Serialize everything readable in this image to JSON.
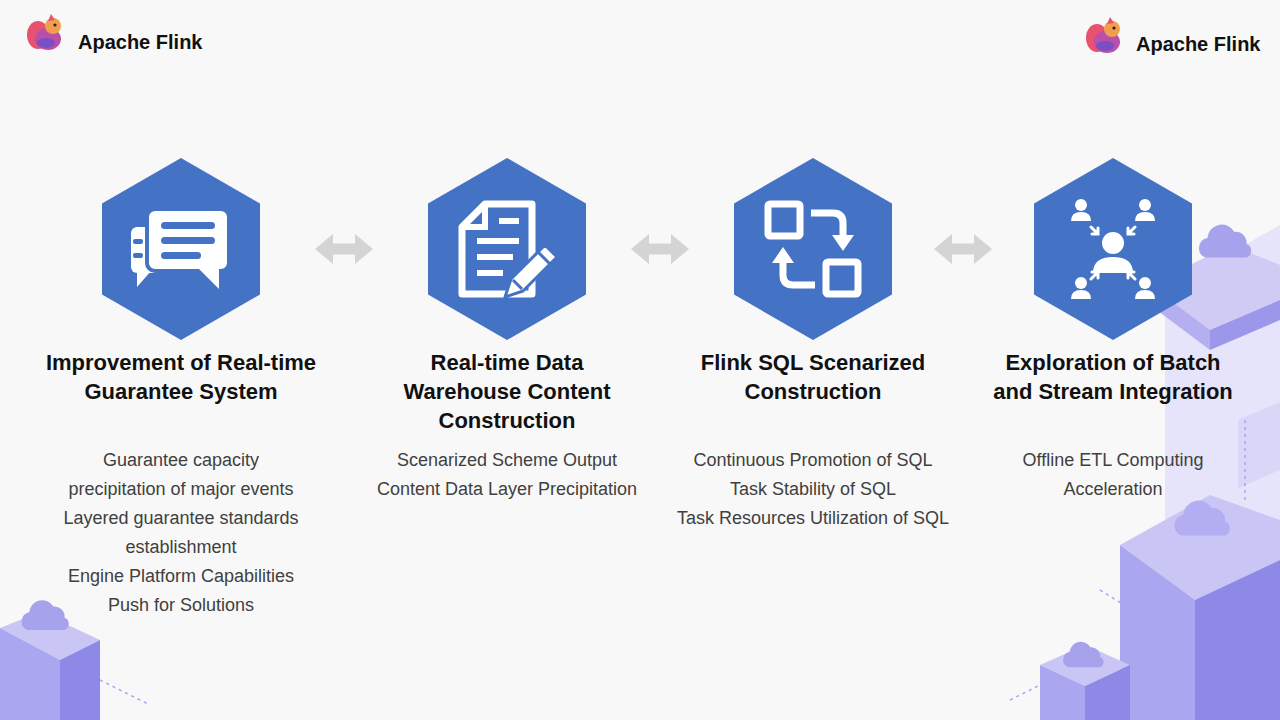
{
  "diagram": {
    "nodes": [
      {
        "text": [
          "Improvement of Real-time Guarantee System",
          "Guarantee capacity precipitation of major events",
          "Layered guarantee standards establishment",
          "Engine Platform Capabilities Push for Solutions"
        ]
      },
      {
        "text": [
          "Real-time Data Warehouse Content Construction",
          "Scenarized Scheme Output",
          "Content Data Layer Precipitation"
        ]
      },
      {
        "text": [
          "Flink SQL Scenarized Construction",
          "Continuous Promotion of SQL",
          "Task Stability of SQL",
          "Task Resources Utilization of SQL"
        ]
      },
      {
        "text": [
          "Exploration of Batch and Stream Integration",
          "Offline ETL Computing Acceleration"
        ]
      }
    ],
    "edges": [
      {
        "from": 0,
        "to": 1,
        "arrow": "both"
      },
      {
        "from": 1,
        "to": 2,
        "arrow": "both"
      },
      {
        "from": 2,
        "to": 3,
        "arrow": "both"
      }
    ],
    "labels": [
      "Apache Flink",
      "Apache Flink"
    ]
  }
}
